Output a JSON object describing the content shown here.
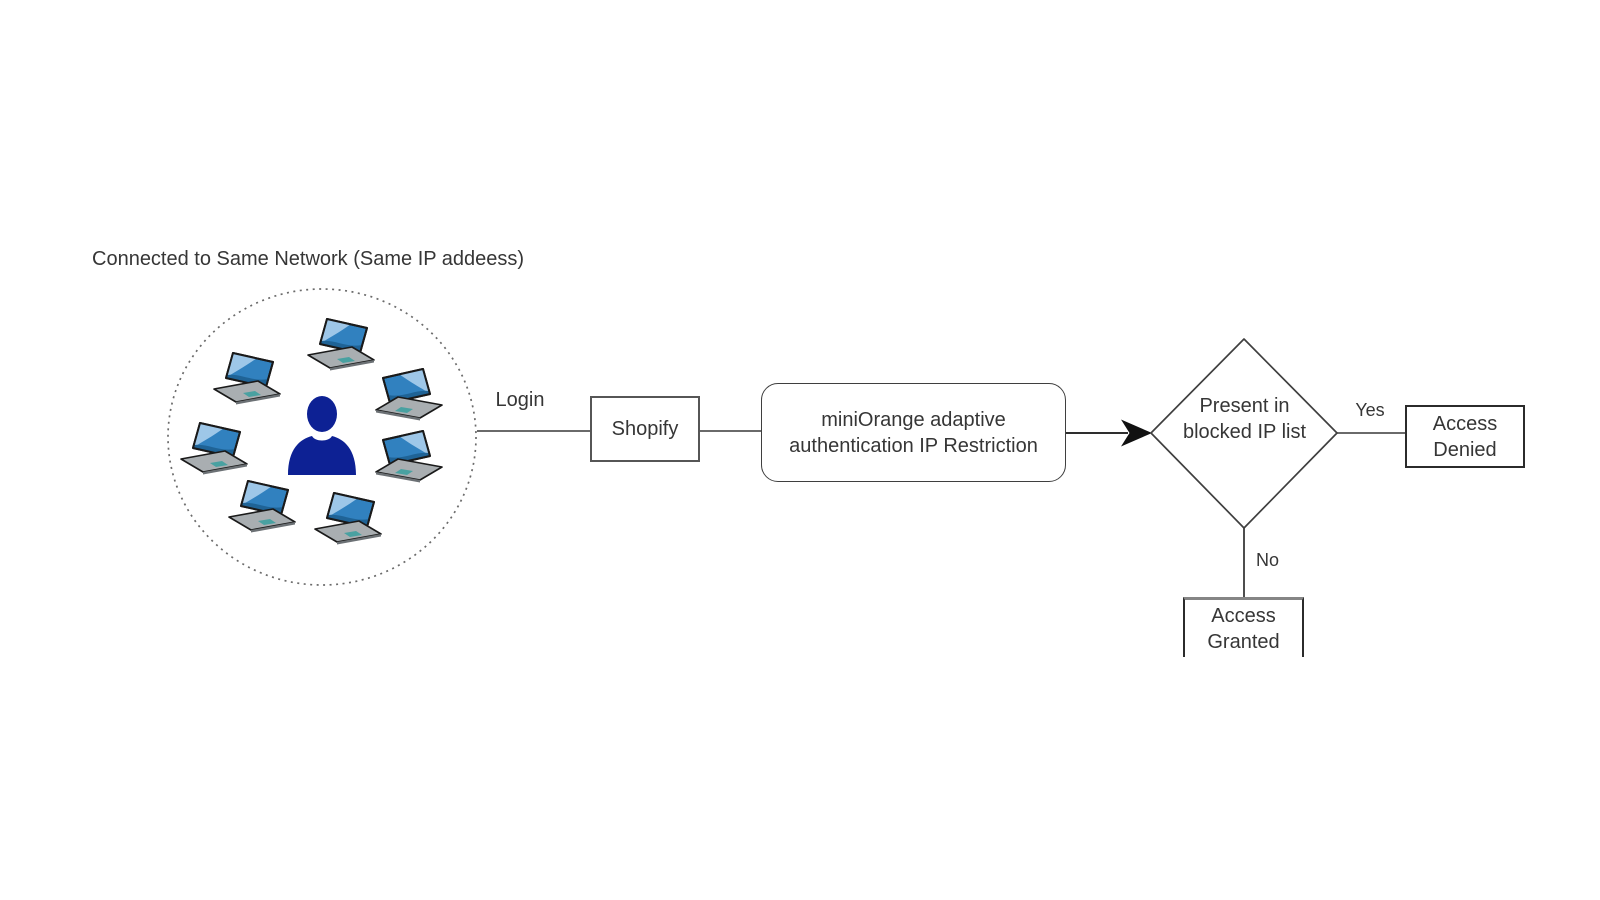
{
  "diagram": {
    "title": "Connected to Same Network (Same IP addeess)",
    "labels": {
      "login": "Login",
      "yes": "Yes",
      "no": "No"
    },
    "nodes": {
      "shopify": {
        "label": "Shopify"
      },
      "adaptive_auth": {
        "label": "miniOrange adaptive authentication IP Restriction"
      },
      "decision": {
        "label": "Present in blocked IP list"
      },
      "access_denied": {
        "label": "Access Denied"
      },
      "access_granted": {
        "label": "Access Granted"
      }
    },
    "network_cluster": {
      "laptop_count": 7,
      "center_icon": "user-icon"
    },
    "colors": {
      "connector_stroke": "#545454",
      "shape_stroke": "#3f3f3f",
      "text": "#363636",
      "person": "#0d2194",
      "laptop_screen": "#3181bf",
      "laptop_screen_dark": "#1f6396",
      "laptop_screen_light": "#9ec7e8",
      "laptop_base": "#a9aeb1",
      "arrowhead": "#111111"
    }
  }
}
